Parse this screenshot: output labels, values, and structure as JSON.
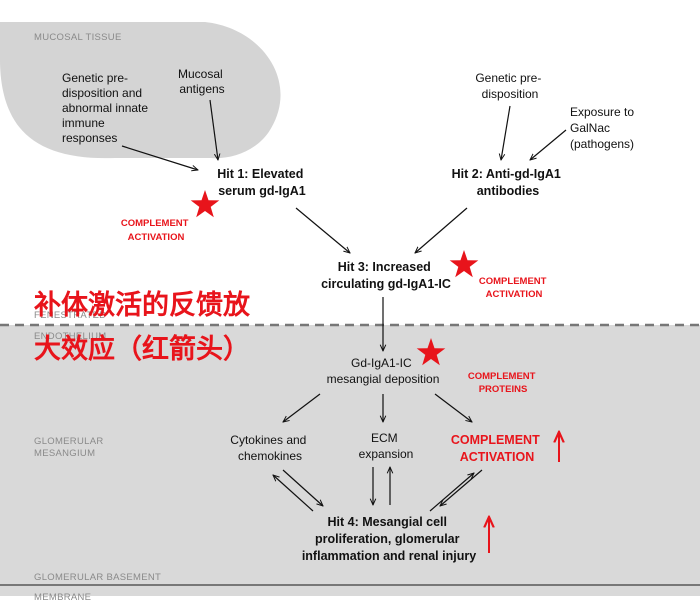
{
  "zones": {
    "mucosal": "MUCOSAL TISSUE",
    "fenestrated": "FENESTRATED",
    "endothelium": "ENDOTHELIUM",
    "glomerular": "GLOMERULAR",
    "mesangium": "MESANGIUM",
    "basement": "GLOMERULAR BASEMENT",
    "membrane": "MEMBRANE"
  },
  "nodes": {
    "genetic_left": [
      "Genetic pre-",
      "disposition and",
      "abnormal innate",
      "immune",
      "responses"
    ],
    "mucosal_antigens": [
      "Mucosal",
      "antigens"
    ],
    "genetic_right": [
      "Genetic pre-",
      "disposition"
    ],
    "exposure": [
      "Exposure to",
      "GalNac",
      "(pathogens)"
    ],
    "hit1": [
      "Hit 1: Elevated",
      "serum gd-IgA1"
    ],
    "hit2": [
      "Hit 2: Anti-gd-IgA1",
      "antibodies"
    ],
    "hit3": [
      "Hit 3: Increased",
      "circulating gd-IgA1-IC"
    ],
    "deposition": [
      "Gd-IgA1-IC",
      "mesangial deposition"
    ],
    "cytokines": [
      "Cytokines and",
      "chemokines"
    ],
    "ecm": [
      "ECM",
      "expansion"
    ],
    "complement_activation_main": [
      "COMPLEMENT",
      "ACTIVATION"
    ],
    "hit4": [
      "Hit 4: Mesangial cell",
      "proliferation, glomerular",
      "inflammation and renal injury"
    ]
  },
  "complement_labels": {
    "left": [
      "COMPLEMENT",
      "ACTIVATION"
    ],
    "right": [
      "COMPLEMENT",
      "ACTIVATION"
    ],
    "proteins": [
      "COMPLEMENT",
      "PROTEINS"
    ]
  },
  "annotation": [
    "补体激活的反馈放",
    "大效应（红箭头）"
  ],
  "colors": {
    "accent_red": "#e8141b",
    "mesangium_bg": "#d9d9d9",
    "mucosal_bg": "#d4d4d4",
    "text": "#111111",
    "zone_label": "#8a8a8a"
  }
}
